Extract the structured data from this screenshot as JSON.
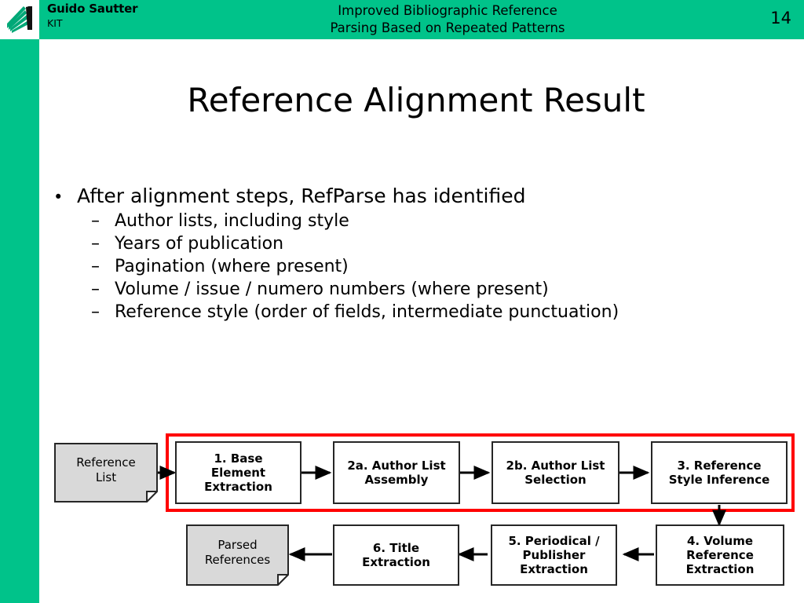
{
  "header": {
    "logo_icon": "kit-fan-logo",
    "presenter_name": "Guido Sautter",
    "presenter_affiliation": "KIT",
    "paper_title_line1": "Improved Bibliographic Reference",
    "paper_title_line2": "Parsing Based on Repeated Patterns",
    "slide_number": "14",
    "band_color": "#00C38A"
  },
  "slide": {
    "title": "Reference Alignment Result"
  },
  "content": {
    "bullet": {
      "marker": "•",
      "text": "After alignment steps, RefParse has identified"
    },
    "sub_marker": "–",
    "sub_bullets": [
      {
        "text": "Author lists, including style"
      },
      {
        "text": "Years of publication"
      },
      {
        "text": "Pagination (where present)"
      },
      {
        "text": "Volume / issue / numero numbers (where present)"
      },
      {
        "text": "Reference style (order of fields, intermediate punctuation)"
      }
    ]
  },
  "diagram": {
    "highlight_color": "#FF0000",
    "document_fill": "#D9D9D9",
    "process_fill": "#FFFFFF",
    "stroke_color": "#262626",
    "input_document": {
      "line1": "Reference",
      "line2": "List"
    },
    "output_document": {
      "line1": "Parsed",
      "line2": "References"
    },
    "steps": [
      {
        "id": "step1",
        "line1": "1. Base",
        "line2": "Element",
        "line3": "Extraction",
        "highlighted": true
      },
      {
        "id": "step2a",
        "line1": "2a. Author List",
        "line2": "Assembly",
        "line3": "",
        "highlighted": true
      },
      {
        "id": "step2b",
        "line1": "2b. Author List",
        "line2": "Selection",
        "line3": "",
        "highlighted": true
      },
      {
        "id": "step3",
        "line1": "3. Reference",
        "line2": "Style Inference",
        "line3": "",
        "highlighted": true
      },
      {
        "id": "step4",
        "line1": "4. Volume",
        "line2": "Reference",
        "line3": "Extraction",
        "highlighted": false
      },
      {
        "id": "step5",
        "line1": "5. Periodical /",
        "line2": "Publisher",
        "line3": "Extraction",
        "highlighted": false
      },
      {
        "id": "step6",
        "line1": "6. Title",
        "line2": "Extraction",
        "line3": "",
        "highlighted": false
      }
    ]
  }
}
